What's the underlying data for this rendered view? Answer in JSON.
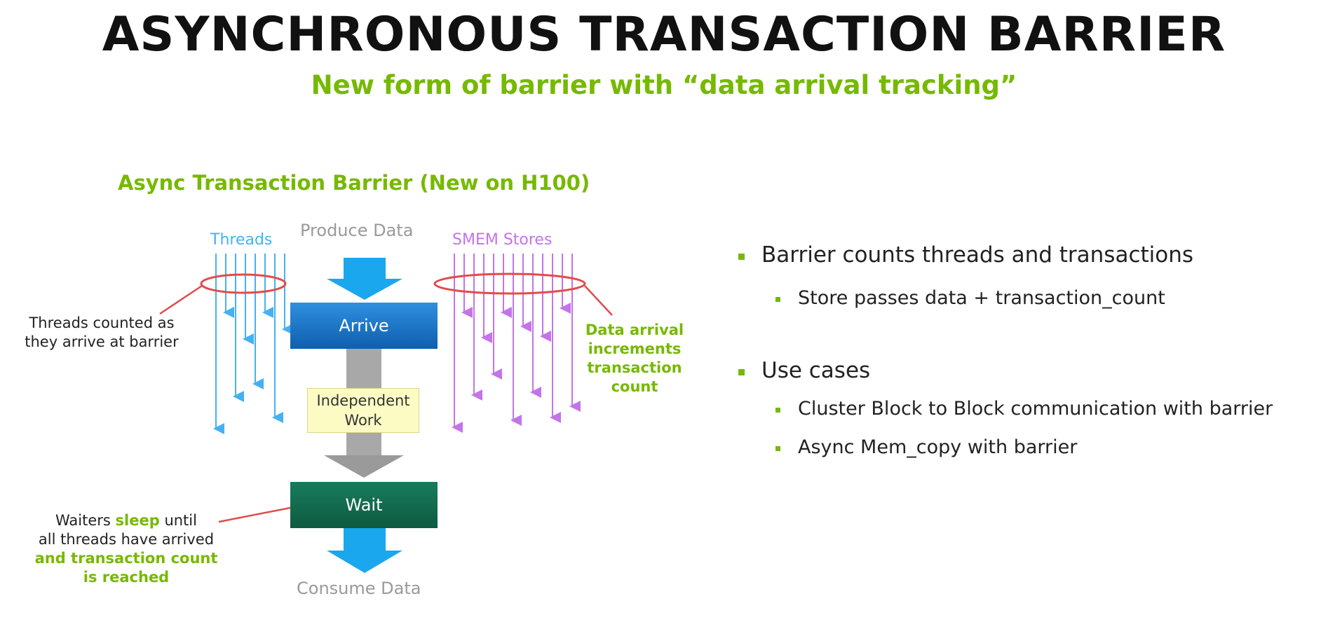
{
  "title": "ASYNCHRONOUS TRANSACTION BARRIER",
  "subtitle": "New form of barrier with “data arrival tracking”",
  "diagram": {
    "heading": "Async Transaction Barrier (New on H100)",
    "threads_label": "Threads",
    "produce_label": "Produce Data",
    "smem_label": "SMEM Stores",
    "arrive_label": "Arrive",
    "work_line1": "Independent",
    "work_line2": "Work",
    "wait_label": "Wait",
    "consume_label": "Consume Data",
    "ann_threads_line1": "Threads counted as",
    "ann_threads_line2": "they arrive at barrier",
    "ann_data_line1": "Data arrival",
    "ann_data_line2": "increments",
    "ann_data_line3": "transaction",
    "ann_data_line4": "count",
    "ann_wait_a": "Waiters ",
    "ann_wait_b": "sleep",
    "ann_wait_c": " until",
    "ann_wait_line2": "all threads have arrived",
    "ann_wait_line3": "and transaction count",
    "ann_wait_line4": "is reached",
    "colors": {
      "threads": "#46b1f2",
      "smem": "#c474e8",
      "green": "#76b900",
      "flow_arrow": "#1aa7ee",
      "gray_arrow": "#a0a0a0",
      "ellipse": "#e24b4b"
    }
  },
  "bullets": {
    "item1": "Barrier counts threads and transactions",
    "item1_sub1": "Store passes data + transaction_count",
    "item2": "Use cases",
    "item2_sub1": "Cluster Block to Block communication with barrier",
    "item2_sub2": "Async Mem_copy with barrier"
  }
}
